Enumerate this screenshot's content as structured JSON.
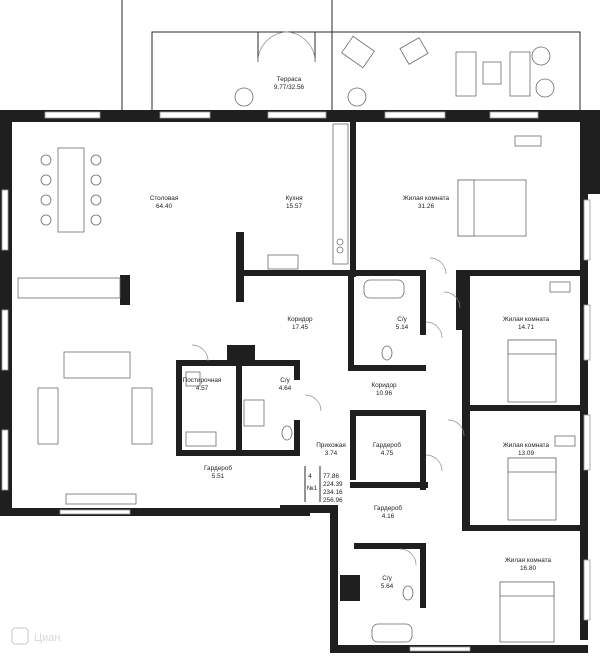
{
  "rooms": [
    {
      "id": "terrace",
      "name": "Терраса",
      "area": "9.77/32.56"
    },
    {
      "id": "dining",
      "name": "Столовая",
      "area": "64.40"
    },
    {
      "id": "kitchen",
      "name": "Кухня",
      "area": "15.57"
    },
    {
      "id": "living1",
      "name": "Жилая комната",
      "area": "31.26"
    },
    {
      "id": "corridor1",
      "name": "Коридор",
      "area": "17.45"
    },
    {
      "id": "bath1",
      "name": "С/у",
      "area": "5.14"
    },
    {
      "id": "living2",
      "name": "Жилая комната",
      "area": "14.71"
    },
    {
      "id": "laundry",
      "name": "Постирочная",
      "area": "4.57"
    },
    {
      "id": "bath2",
      "name": "С/у",
      "area": "4.64"
    },
    {
      "id": "corridor2",
      "name": "Коридор",
      "area": "10.96"
    },
    {
      "id": "hall",
      "name": "Прихожая",
      "area": "3.74"
    },
    {
      "id": "wardrobe1",
      "name": "Гардероб",
      "area": "4.75"
    },
    {
      "id": "living3",
      "name": "Жилая комната",
      "area": "13.09"
    },
    {
      "id": "wardrobe2",
      "name": "Гардероб",
      "area": "5.51"
    },
    {
      "id": "wardrobe3",
      "name": "Гардероб",
      "area": "4.16"
    },
    {
      "id": "living4",
      "name": "Жилая комната",
      "area": "16.80"
    },
    {
      "id": "bath3",
      "name": "С/у",
      "area": "5.64"
    }
  ],
  "unit": {
    "rooms_count": "4",
    "number": "№1",
    "area_living": "77.86",
    "area_total": "224.39",
    "area_3": "234.16",
    "area_4": "256.96"
  },
  "watermark": "Циан",
  "colors": {
    "wall": "#1f1f1f",
    "line": "#2a2a2a",
    "fixture": "#6b6b6b",
    "text": "#222222"
  }
}
